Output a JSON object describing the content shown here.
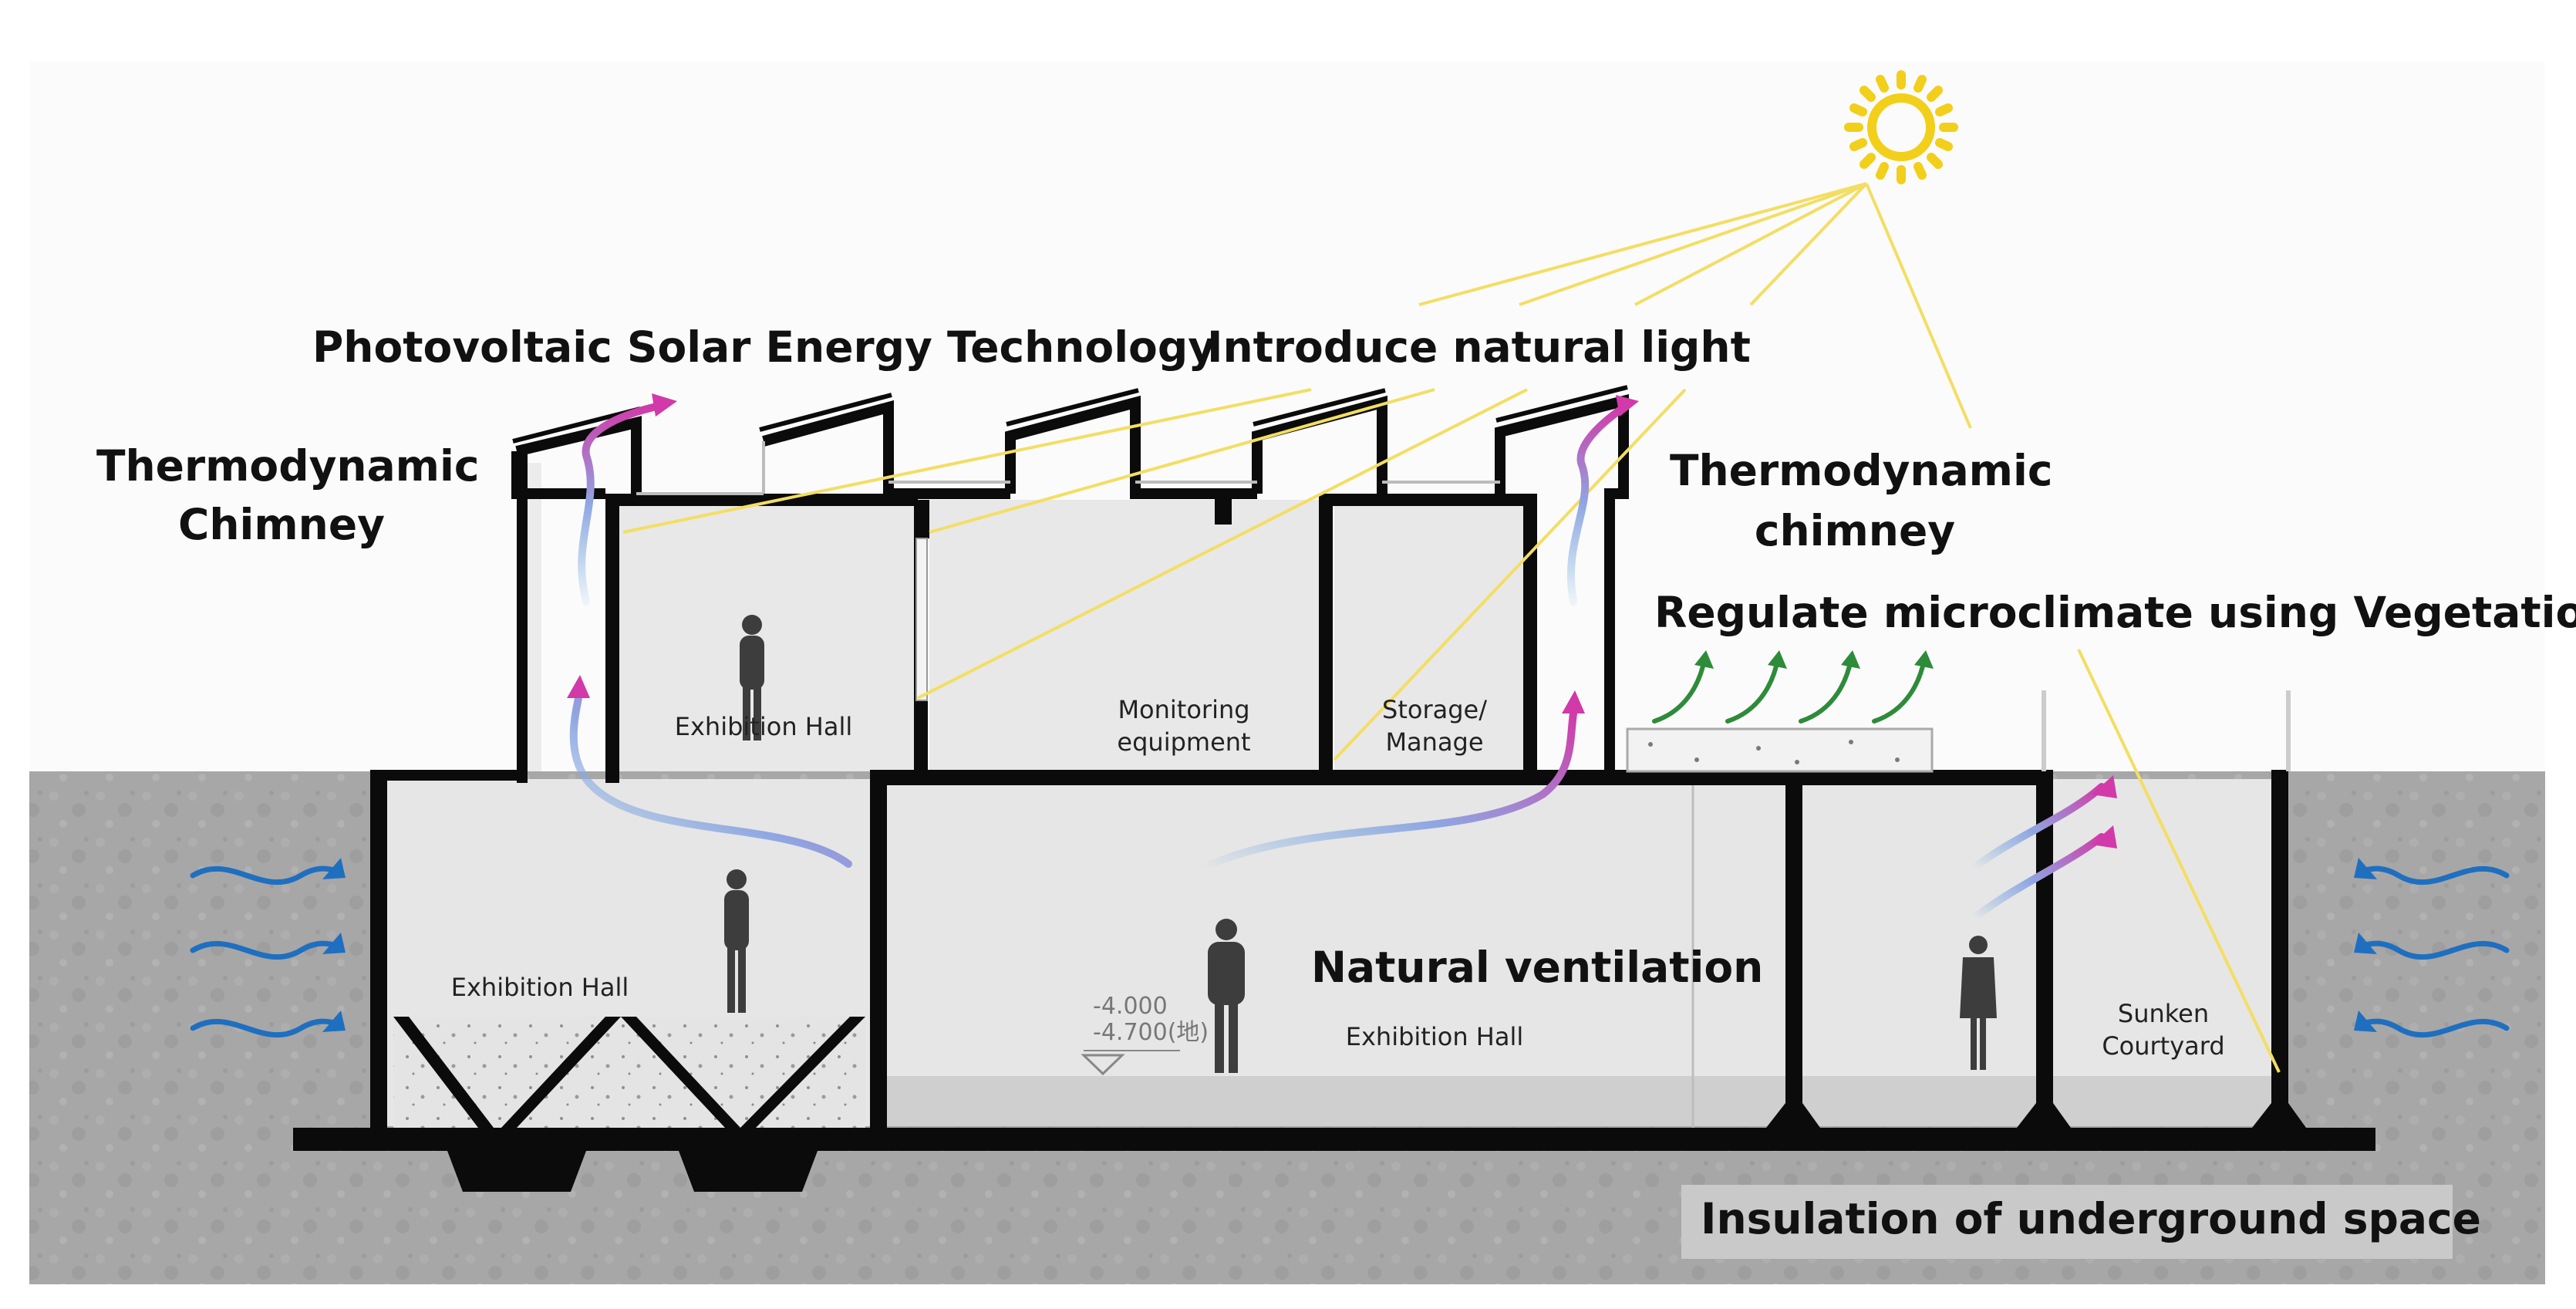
{
  "labels": {
    "photovoltaic": "Photovoltaic Solar Energy Technology",
    "natural_light": "Introduce natural light",
    "chimney_left_1": "Thermodynamic",
    "chimney_left_2": "Chimney",
    "chimney_right_1": "Thermodynamic",
    "chimney_right_2": "chimney",
    "vegetation": "Regulate microclimate using Vegetation",
    "ventilation": "Natural ventilation",
    "insulation": "Insulation of underground space"
  },
  "rooms": {
    "exhibition_upper": "Exhibition Hall",
    "monitoring_1": "Monitoring",
    "monitoring_2": "equipment",
    "storage_1": "Storage/",
    "storage_2": "Manage",
    "exhibition_lower_left": "Exhibition Hall",
    "exhibition_lower_center": "Exhibition Hall",
    "sunken_1": "Sunken",
    "sunken_2": "Courtyard"
  },
  "level_marks": {
    "upper": "-4.000",
    "lower": "-4.700(地)"
  },
  "colors": {
    "sun": "#f2cf1a",
    "sun_rays": "#f3de63",
    "wall": "#0b0b0b",
    "ground": "#a8a8a8",
    "room_fill": "#e8e8e8",
    "wind_arrow": "#1f6fc0",
    "airflow_start": "#7aaee0",
    "airflow_end": "#d13aa8",
    "vegetation_arrow": "#2e8b3a"
  },
  "icons": [
    "sun-icon",
    "wind-arrow-icon",
    "airflow-arrow-icon",
    "vegetation-arrow-icon",
    "person-icon"
  ]
}
